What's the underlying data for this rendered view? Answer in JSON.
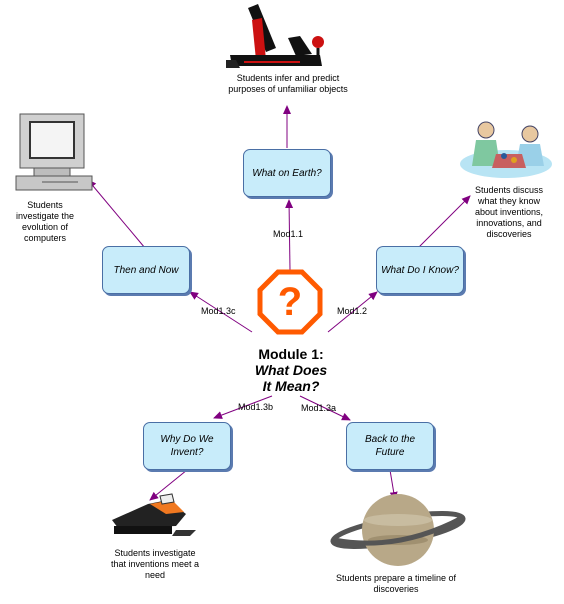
{
  "center": {
    "title_line1": "Module 1:",
    "title_line2": "What Does",
    "title_line3": "It Mean?"
  },
  "nodes": [
    {
      "id": "what-on-earth",
      "label": "What on Earth?",
      "link": "Mod1.1",
      "caption": "Students infer and predict purposes of unfamiliar objects",
      "image": "plane-tool-icon"
    },
    {
      "id": "what-do-i-know",
      "label": "What Do I Know?",
      "link": "Mod1.2",
      "caption": "Students discuss what they know about inventions, innovations, and discoveries",
      "image": "students-discussing-icon"
    },
    {
      "id": "then-and-now",
      "label": "Then and Now",
      "link": "Mod1.3c",
      "caption": "Students investigate the evolution of computers",
      "image": "computer-icon"
    },
    {
      "id": "why-do-we-invent",
      "label": "Why Do We Invent?",
      "link": "Mod1.3b",
      "caption": "Students investigate that inventions meet a need",
      "image": "snowmobile-icon"
    },
    {
      "id": "back-to-the-future",
      "label": "Back to the Future",
      "link": "Mod1.3a",
      "caption": "Students prepare a timeline of discoveries",
      "image": "saturn-icon"
    }
  ],
  "colors": {
    "node_fill": "#c8ecfa",
    "node_border": "#4a6fa5",
    "arrow": "#800080",
    "question_icon": "#ff5a00"
  }
}
